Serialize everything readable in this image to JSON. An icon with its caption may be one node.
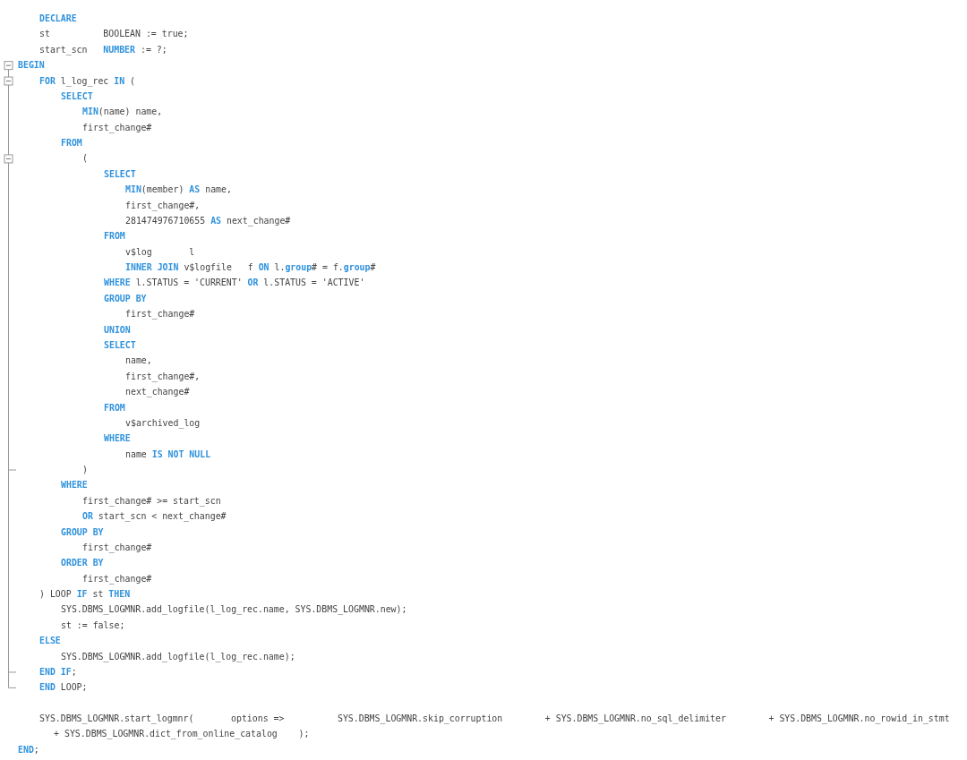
{
  "diagram": {
    "labels": [
      "**DECLARE**",
      "st          BOOLEAN := true;",
      "start_scn   **NUMBER** := ?;",
      "**BEGIN**",
      "**FOR** l_log_rec **IN** (",
      "**SELECT**",
      "**MIN**(name) name,",
      "first_change#",
      "**FROM**",
      "(",
      "**SELECT**",
      "**MIN**(member) **AS** name,",
      "first_change#,",
      "281474976710655 **AS** next_change#",
      "**FROM**",
      "v$log       l",
      "**INNER JOIN** v$logfile   f **ON** l.**group**# = f.**group**#",
      "**WHERE** l.STATUS = 'CURRENT' **OR** l.STATUS = 'ACTIVE'",
      "**GROUP BY**",
      "first_change#",
      "**UNION**",
      "**SELECT**",
      "name,",
      "first_change#,",
      "next_change#",
      "**FROM**",
      "v$archived_log",
      "**WHERE**",
      "name **IS NOT NULL**",
      ")",
      "**WHERE**",
      "first_change# >= start_scn",
      "**OR** start_scn < next_change#",
      "**GROUP BY**",
      "first_change#",
      "**ORDER BY**",
      "first_change#",
      ") LOOP **IF** st **THEN**",
      "SYS.DBMS_LOGMNR.add_logfile(l_log_rec.name, SYS.DBMS_LOGMNR.new);",
      "st := false;",
      "**ELSE**",
      "SYS.DBMS_LOGMNR.add_logfile(l_log_rec.name);",
      "**END IF**;",
      "**END** LOOP;",
      "SYS.DBMS_LOGMNR.start_logmnr(       options =>          SYS.DBMS_LOGMNR.skip_corruption        + SYS.DBMS_LOGMNR.no_sql_delimiter        + SYS.DBMS_LOGMNR.no_rowid_in_stmt",
      "+ SYS.DBMS_LOGMNR.dict_from_online_catalog    );",
      "**END**;"
    ]
  }
}
